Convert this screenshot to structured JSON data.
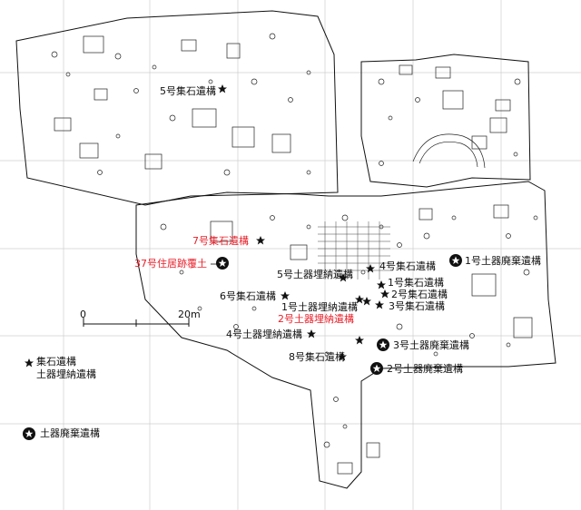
{
  "labels": {
    "site5": "5号集石遺構",
    "site7": "7号集石遺構",
    "dwelling37": "37号住居跡覆土",
    "pot5": "5号土器埋納遺構",
    "site4": "4号集石遺構",
    "waste1": "1号土器廃棄遺構",
    "site6": "6号集石遺構",
    "site1": "1号集石遺構",
    "site2": "2号集石遺構",
    "site3": "3号集石遺構",
    "pot1": "1号土器埋納遺構",
    "pot2": "2号土器埋納遺構",
    "pot4": "4号土器埋納遺構",
    "waste3": "3号土器廃棄遺構",
    "site8": "8号集石遺構",
    "waste2": "2号土器廃棄遺構"
  },
  "legend": {
    "stones": "集石遺構",
    "burial": "土器埋納遺構",
    "waste": "土器廃棄遺構"
  },
  "scale": {
    "zero": "0",
    "max": "20m"
  },
  "colors": {
    "highlight": "#e8202a",
    "ink": "#111111"
  },
  "icons": [
    "star-icon",
    "circled-star-icon"
  ]
}
